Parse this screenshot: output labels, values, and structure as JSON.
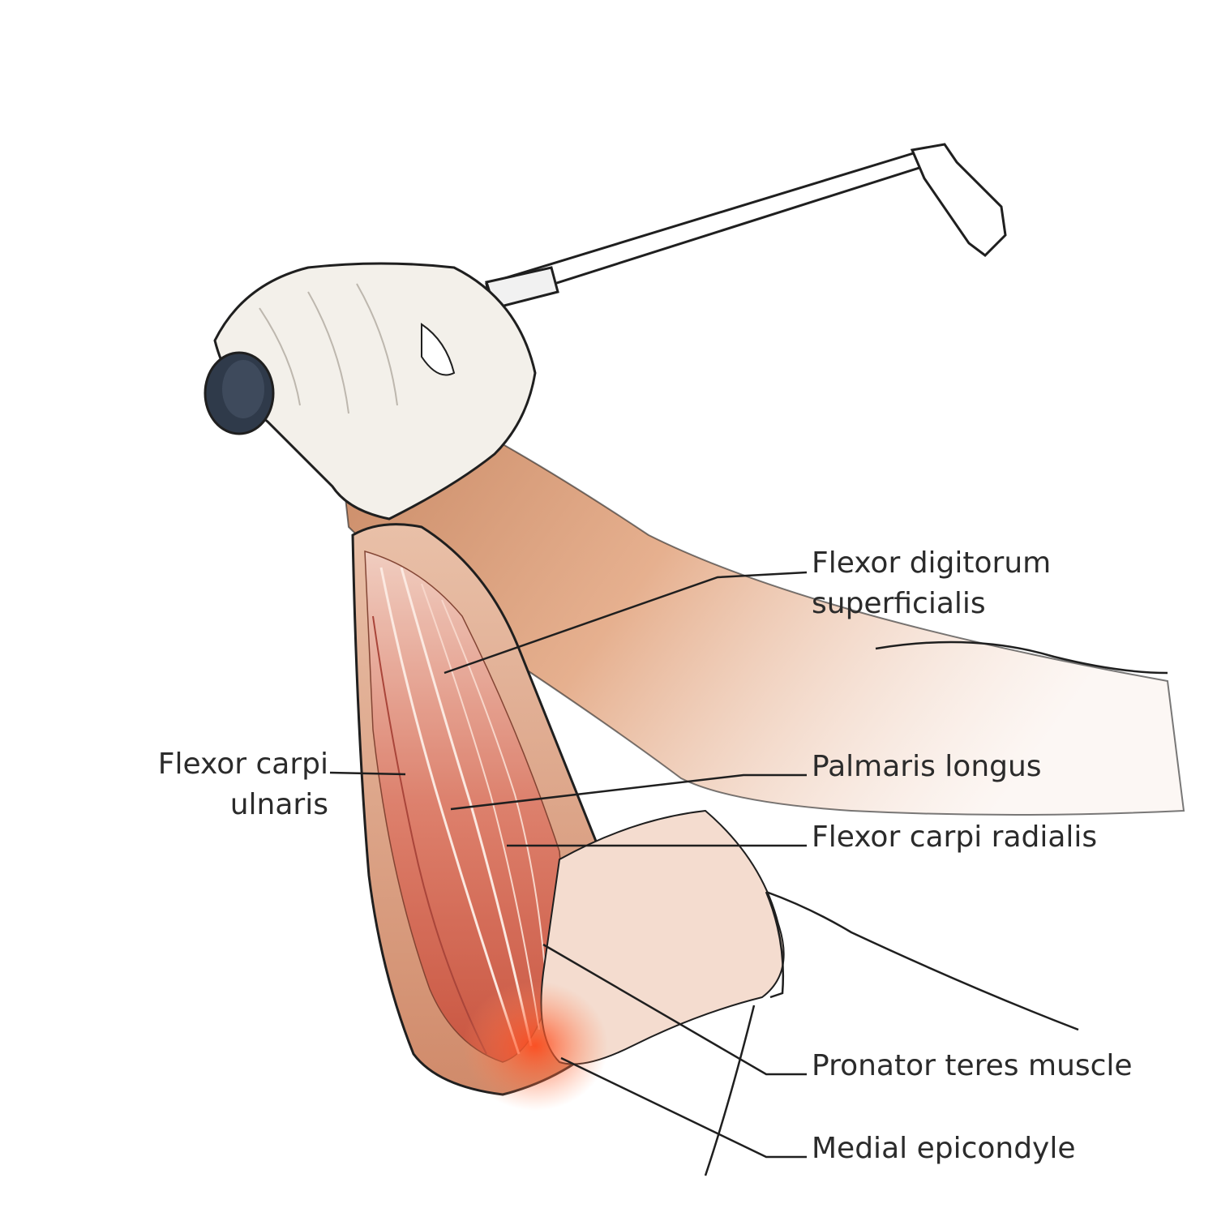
{
  "labels": {
    "fds_line1": "Flexor digitorum",
    "fds_line2": "superficialis",
    "fcu_line1": "Flexor carpi",
    "fcu_line2": "ulnaris",
    "palmaris": "Palmaris longus",
    "fcr": "Flexor carpi radialis",
    "pronator": "Pronator teres muscle",
    "epicondyle": "Medial epicondyle"
  },
  "colors": {
    "ink": "#1f1f1f",
    "skin": "#e6b08f",
    "skin_dark": "#c98a66",
    "muscle": "#d9705e",
    "tendon": "#f4ddd2",
    "glove": "#f3f0ea",
    "grip": "#2f3a4a",
    "pain": "#ff5a2a"
  }
}
